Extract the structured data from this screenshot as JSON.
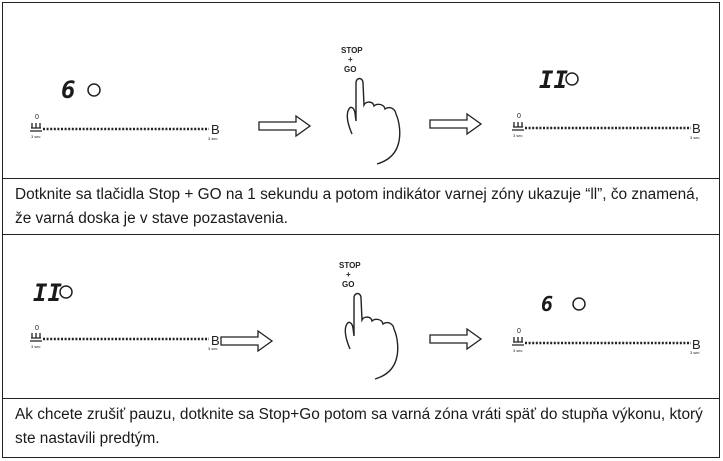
{
  "steps": [
    {
      "before_display": "6",
      "after_display": "II",
      "button_label_top": "STOP",
      "button_label_plus": "+",
      "button_label_bottom": "GO",
      "slider_start": "0",
      "slider_end": "B",
      "slider_sub": "3 sec",
      "caption": "Dotknite sa tlačidla Stop + GO na 1 sekundu a potom indikátor varnej zóny ukazuje “ll”, čo znamená, že varná doska je v stave pozastavenia."
    },
    {
      "before_display": "II",
      "after_display": "6",
      "button_label_top": "STOP",
      "button_label_plus": "+",
      "button_label_bottom": "GO",
      "slider_start": "0",
      "slider_end": "B",
      "slider_sub": "3 sec",
      "caption": "Ak chcete zrušiť pauzu, dotknite sa Stop+Go potom sa varná zóna vráti späť do stupňa výkonu, ktorý ste nastavili predtým."
    }
  ]
}
